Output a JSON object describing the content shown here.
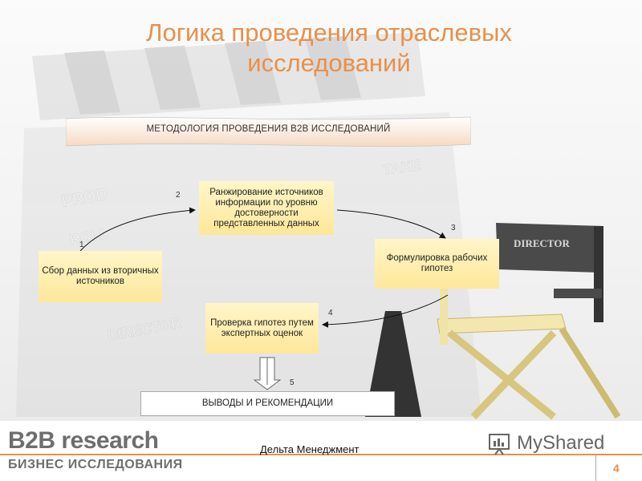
{
  "slide": {
    "title_line1": "Логика проведения отраслевых",
    "title_line2": "исследований",
    "banner": "МЕТОДОЛОГИЯ ПРОВЕДЕНИЯ B2B ИССЛЕДОВАНИЙ",
    "backdrop": {
      "clapper_words": [
        "PROD",
        "TAKE",
        "ROLL",
        "DIRECTOR"
      ],
      "chair_label": "DIRECTOR"
    }
  },
  "steps": [
    {
      "num": "1",
      "text": "Сбор данных из вторичных источников"
    },
    {
      "num": "2",
      "text": "Ранжирование источников информации по уровню достоверности представленных данных"
    },
    {
      "num": "3",
      "text": "Формулировка рабочих гипотез"
    },
    {
      "num": "4",
      "text": "Проверка гипотез путем экспертных оценок"
    },
    {
      "num": "5",
      "text": "ВЫВОДЫ И РЕКОМЕНДАЦИИ"
    }
  ],
  "footer": {
    "logo_main": "B2B research",
    "logo_sub": "БИЗНЕС ИССЛЕДОВАНИЯ",
    "company": "Дельта Менеджмент",
    "page_number": "4",
    "watermark": "MyShared",
    "accent_color": "#e8904a"
  }
}
